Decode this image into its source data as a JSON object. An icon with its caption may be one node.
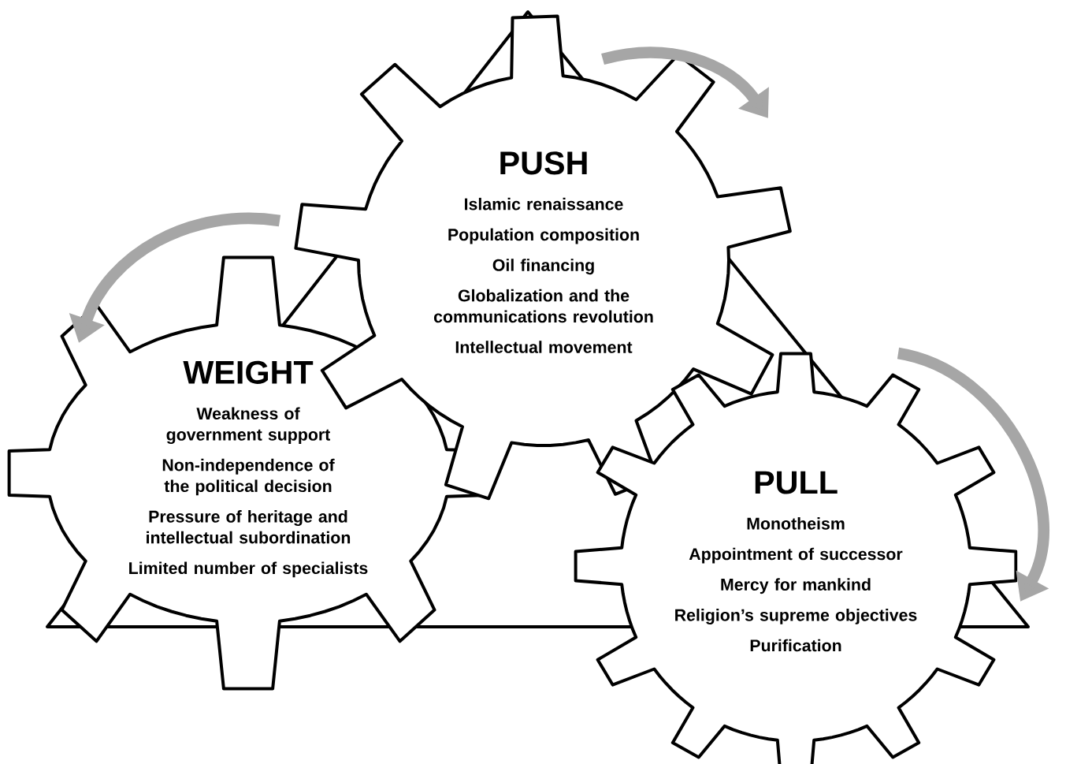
{
  "diagram": {
    "nodes": [
      {
        "text": [
          "PUSH",
          "Islamic renaissance",
          "Population composition",
          "Oil financing",
          "Globalization and the communications revolution",
          "Intellectual movement"
        ]
      },
      {
        "text": [
          "WEIGHT",
          "Weakness of government support",
          "Non-independence of the political decision",
          "Pressure of heritage and intellectual subordination",
          "Limited number of specialists"
        ]
      },
      {
        "text": [
          "PULL",
          "Monotheism",
          "Appointment of successor",
          "Mercy for mankind",
          "Religion’s supreme objectives",
          "Purification"
        ]
      }
    ],
    "edges": [
      {
        "from": 0,
        "to": 1,
        "arrow": "to"
      },
      {
        "from": 0,
        "to": null,
        "arrow": "to"
      },
      {
        "from": null,
        "to": 2,
        "arrow": "to"
      }
    ]
  }
}
